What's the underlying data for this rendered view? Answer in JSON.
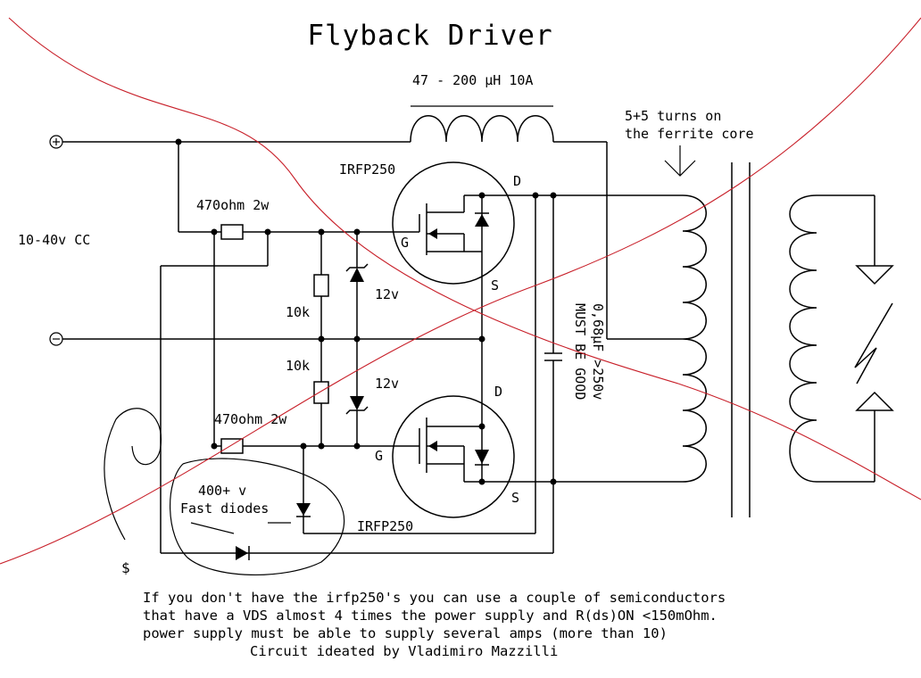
{
  "title": "Flyback Driver",
  "labels": {
    "inductor": "47 - 200 µH 10A",
    "primary_line1": "5+5 turns on",
    "primary_line2": "the ferrite core",
    "supply": "10-40v CC",
    "plus_terminal": "+",
    "minus_terminal": "−",
    "resistor_top": "470ohm 2w",
    "resistor_bottom": "470ohm 2w",
    "pulldown_top": "10k",
    "pulldown_bottom": "10k",
    "zener_top": "12v",
    "zener_bottom": "12v",
    "mosfet_top": "IRFP250",
    "mosfet_bottom": "IRFP250",
    "drain": "D",
    "gate": "G",
    "source": "S",
    "capacitor_line1": "0,68µF >250v",
    "capacitor_line2": "MUST BE GOOD",
    "diodes_voltage": "400+ v",
    "diodes_type": "Fast diodes",
    "scribble": "$"
  },
  "notes": [
    "If you don't have the irfp250's you can use a couple of semiconductors",
    "that have a VDS almost 4 times the power supply and R(ds)ON <150mOhm.",
    "power supply must be able to supply several amps (more than 10)",
    "Circuit ideated by Vladimiro Mazzilli"
  ],
  "colors": {
    "ink": "#000000",
    "strike": "#c8202a",
    "background": "#ffffff"
  }
}
